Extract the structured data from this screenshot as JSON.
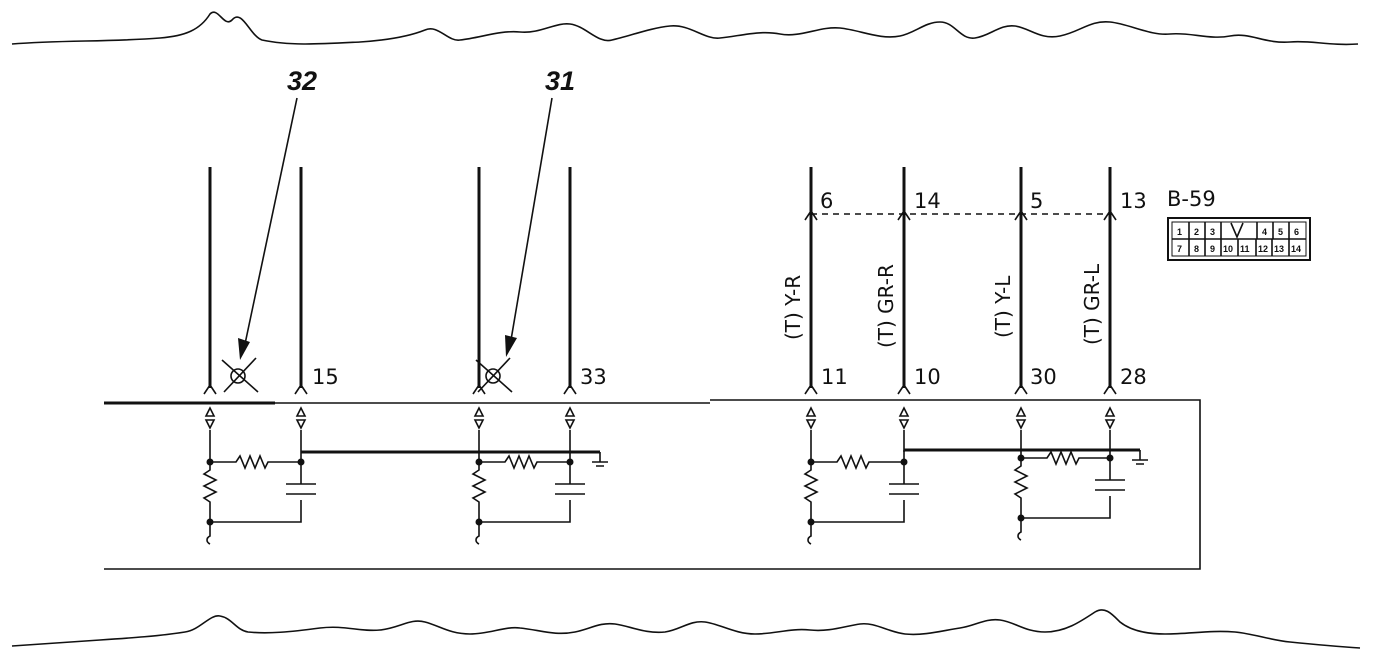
{
  "callouts": [
    "32",
    "31"
  ],
  "terminals": {
    "t15": "15",
    "t33": "33",
    "t11": "11",
    "t10": "10",
    "t30": "30",
    "t28": "28",
    "t6": "6",
    "t14": "14",
    "t5": "5",
    "t13": "13"
  },
  "wires": {
    "w1": "(T) Y-R",
    "w2": "(T) GR-R",
    "w3": "(T) Y-L",
    "w4": "(T) GR-L"
  },
  "connector": {
    "name": "B-59",
    "pins_top": [
      "1",
      "2",
      "3",
      "",
      "4",
      "5",
      "6"
    ],
    "pins_bottom": [
      "7",
      "8",
      "9",
      "10",
      "11",
      "12",
      "13",
      "14"
    ]
  }
}
